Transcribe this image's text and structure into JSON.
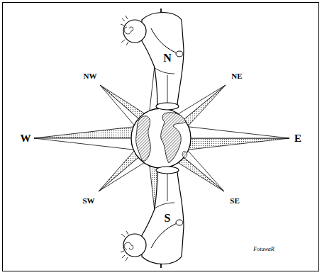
{
  "diagram": {
    "labels": [
      "N",
      "NW",
      "NE",
      "W",
      "E",
      "SW",
      "SE",
      "S",
      "FotuwaR"
    ]
  }
}
